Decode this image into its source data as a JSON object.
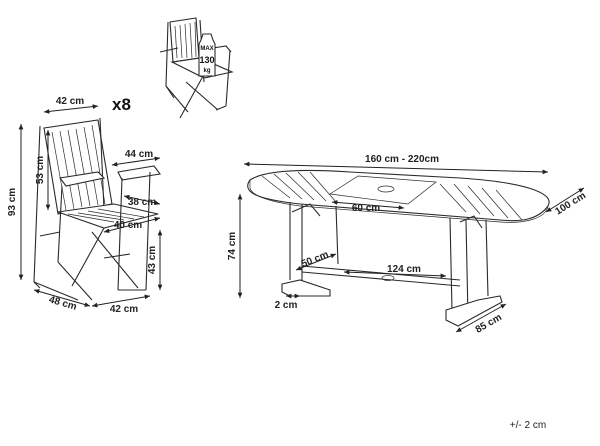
{
  "quantity": "x8",
  "weight_badge": {
    "line1": "MAX",
    "line2": "130",
    "line3": "kg"
  },
  "chair": {
    "width_top": "42 cm",
    "height_total": "93 cm",
    "back_height": "53 cm",
    "armrest_width": "44 cm",
    "seat_depth": "38 cm",
    "seat_width": "40 cm",
    "seat_height": "43 cm",
    "base_depth": "48 cm",
    "base_width": "42 cm"
  },
  "table": {
    "length": "160 cm - 220cm",
    "width": "100 cm",
    "extension": "60 cm",
    "height": "74 cm",
    "leg_spread": "50 cm",
    "stretcher": "124 cm",
    "foot": "2 cm",
    "foot_length": "85 cm"
  },
  "tolerance": "+/- 2 cm"
}
